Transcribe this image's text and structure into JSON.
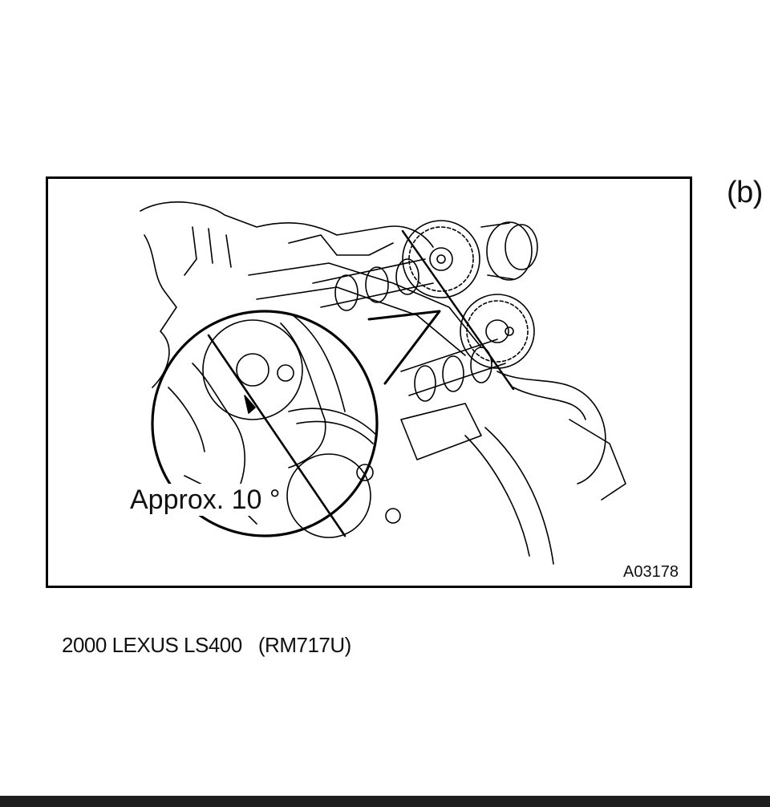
{
  "page": {
    "step_label": "(b)",
    "figure": {
      "callout": "Approx. 10 °",
      "figure_id": "A03178"
    },
    "footer": {
      "caption": "2000 LEXUS LS400   (RM717U)"
    }
  }
}
